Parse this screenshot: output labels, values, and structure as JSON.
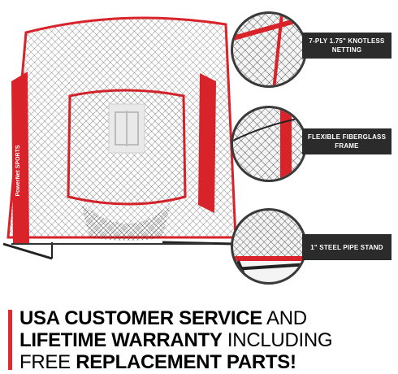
{
  "product": {
    "brand_label": "PowerNet SPORTS",
    "frame_color": "#d8232a",
    "net_color": "#1a1a1a"
  },
  "callouts": [
    {
      "label": "7-PLY 1.75\" KNOTLESS NETTING",
      "icon": "netting-closeup"
    },
    {
      "label": "FLEXIBLE FIBERGLASS FRAME",
      "icon": "frame-closeup"
    },
    {
      "label": "1\" STEEL PIPE STAND",
      "icon": "stand-closeup"
    }
  ],
  "headline": {
    "l1_bold": "USA CUSTOMER SERVICE",
    "l1_normal": " AND",
    "l2_bold": "LIFETIME WARRANTY",
    "l2_normal": " INCLUDING",
    "l3_normal": "FREE ",
    "l3_bold": "REPLACEMENT PARTS!"
  },
  "colors": {
    "accent_red": "#e4282e",
    "label_bg": "#2b2b2b"
  }
}
